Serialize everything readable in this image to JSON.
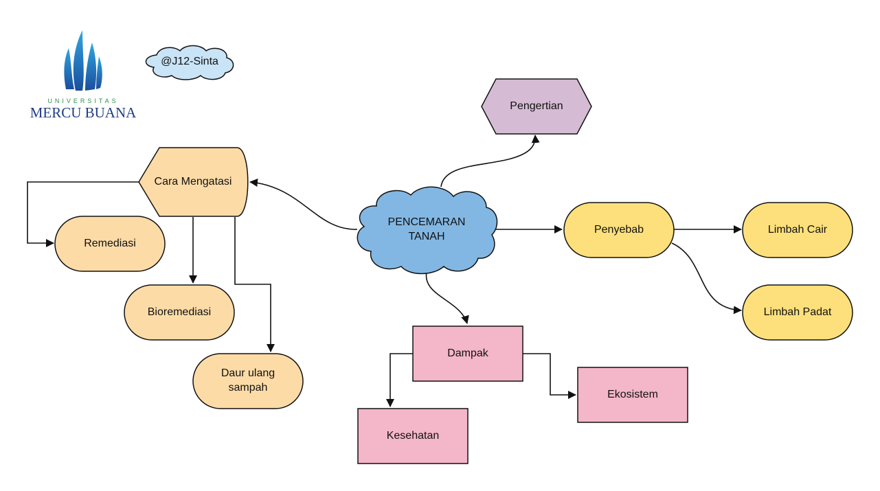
{
  "logo": {
    "top_text": "UNIVERSITAS",
    "name": "MERCU BUANA"
  },
  "author_tag": "@J12-Sinta",
  "colors": {
    "cloud_center": "#82b7e3",
    "author_cloud": "#c9e4f6",
    "orange": "#fcdba7",
    "yellow": "#fde07b",
    "pink": "#f4b6c9",
    "purple": "#d5bcd4",
    "stroke": "#111111"
  },
  "nodes": {
    "center_line1": "PENCEMARAN",
    "center_line2": "TANAH",
    "pengertian": "Pengertian",
    "cara_mengatasi": "Cara Mengatasi",
    "remediasi": "Remediasi",
    "bioremediasi": "Bioremediasi",
    "daur_line1": "Daur ulang",
    "daur_line2": "sampah",
    "penyebab": "Penyebab",
    "limbah_cair": "Limbah Cair",
    "limbah_padat": "Limbah Padat",
    "dampak": "Dampak",
    "kesehatan": "Kesehatan",
    "ekosistem": "Ekosistem"
  }
}
